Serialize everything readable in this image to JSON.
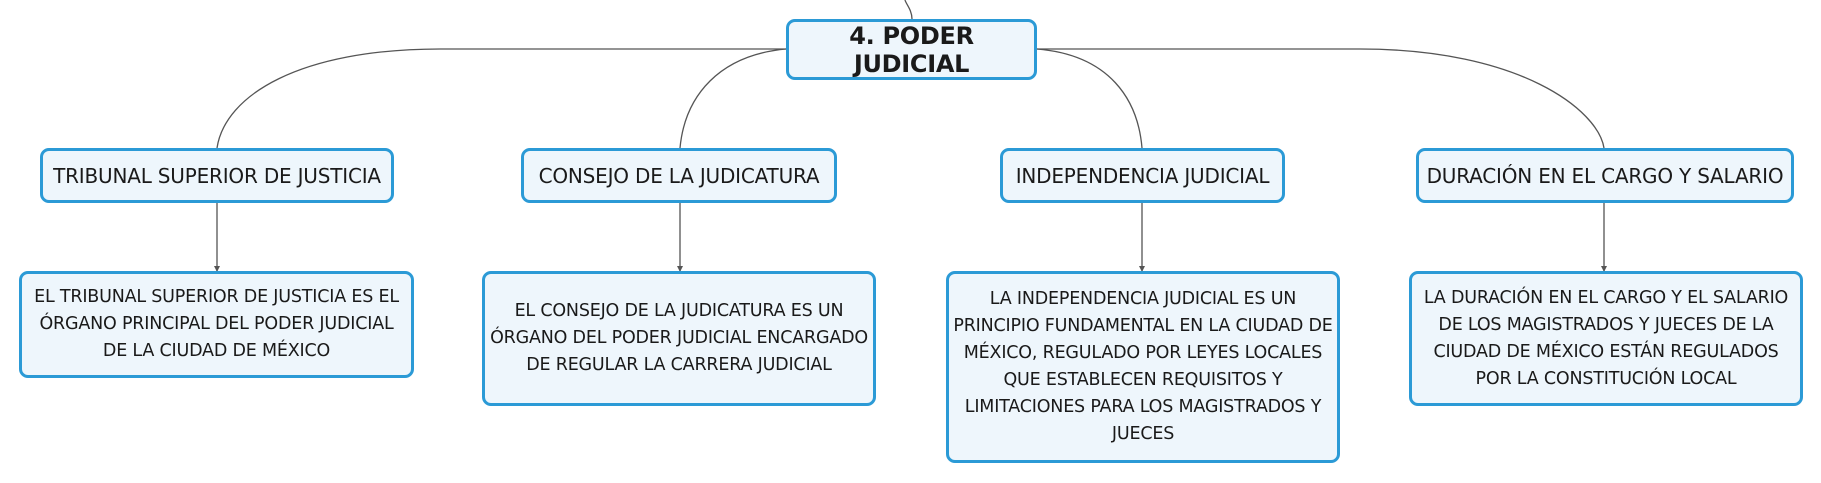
{
  "root": {
    "label": "4. PODER JUDICIAL"
  },
  "branches": [
    {
      "label": "TRIBUNAL SUPERIOR DE JUSTICIA",
      "description": "EL TRIBUNAL SUPERIOR DE JUSTICIA ES EL ÓRGANO PRINCIPAL DEL PODER JUDICIAL DE LA CIUDAD DE MÉXICO"
    },
    {
      "label": "CONSEJO DE LA JUDICATURA",
      "description": "EL CONSEJO DE LA JUDICATURA ES UN ÓRGANO DEL PODER JUDICIAL ENCARGADO DE REGULAR LA CARRERA JUDICIAL"
    },
    {
      "label": "INDEPENDENCIA JUDICIAL",
      "description": "LA INDEPENDENCIA JUDICIAL ES UN PRINCIPIO FUNDAMENTAL EN LA CIUDAD DE MÉXICO, REGULADO POR LEYES LOCALES QUE ESTABLECEN REQUISITOS Y LIMITACIONES PARA LOS MAGISTRADOS Y JUECES"
    },
    {
      "label": "DURACIÓN EN EL CARGO Y SALARIO",
      "description": "LA DURACIÓN EN EL CARGO Y EL SALARIO DE LOS MAGISTRADOS Y JUECES DE LA CIUDAD DE MÉXICO ESTÁN REGULADOS POR LA CONSTITUCIÓN LOCAL"
    }
  ],
  "colors": {
    "node_border": "#2b9ad6",
    "node_fill": "#eef6fc",
    "connector": "#555555"
  }
}
